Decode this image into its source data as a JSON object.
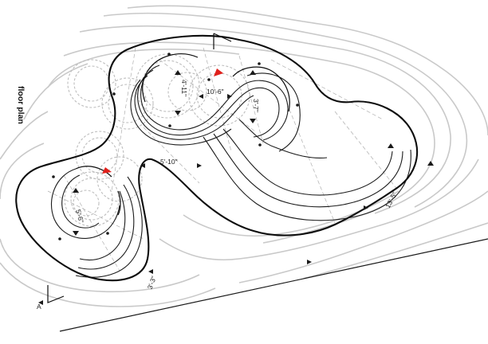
{
  "title": "floor plan",
  "dimensions": {
    "d1": "4'-11\"",
    "d2": "10'-6\"",
    "d3": "3'-7\"",
    "d4": "5'-10\"",
    "d5": "5'-6\"",
    "d6": "13'-5\"",
    "d7": "3'-3\""
  },
  "section_marker": "A",
  "colors": {
    "outline": "#0d0d0d",
    "contour": "#c9c9c9",
    "ghost": "#bdbdbd",
    "arrow_accent": "#e0201b"
  }
}
